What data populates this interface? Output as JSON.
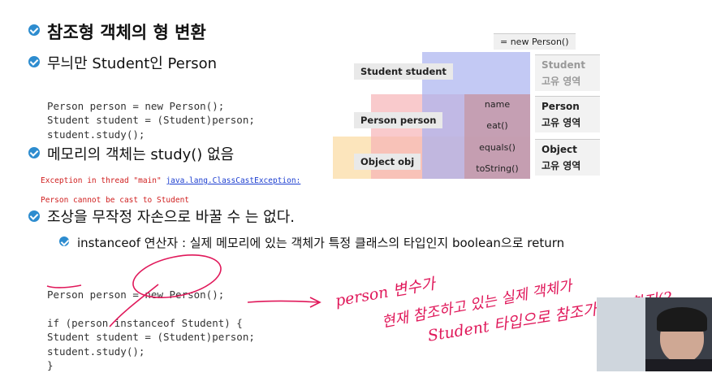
{
  "heading1": "참조형 객체의 형 변환",
  "heading2": "무늬만 Student인 Person",
  "code1": [
    "Person person = new Person();",
    "Student student = (Student)person;",
    "student.study();"
  ],
  "heading3": "메모리의 객체는 study() 없음",
  "error_prefix": "Exception in thread \"main\" ",
  "error_link": "java.lang.ClassCastException:",
  "error_line2": "Person cannot be cast to Student",
  "heading4": "조상을 무작정 자손으로 바꿀 수 는 없다.",
  "sub_bullet": "instanceof 연산자 : 실제 메모리에 있는 객체가 특정 클래스의 타입인지 boolean으로 return",
  "code2": [
    "Person person = new Person();",
    "",
    "if (person instanceof Student) {",
    "Student student = (Student)person;",
    "student.study();",
    "}"
  ],
  "diagram": {
    "new_person": "= new Person()",
    "student_label": "Student student",
    "person_label": "Person person",
    "object_label": "Object obj",
    "methods": [
      "name",
      "eat()",
      "equals()",
      "toString()"
    ],
    "side": [
      {
        "title": "Student",
        "sub": "고유 영역",
        "muted": true
      },
      {
        "title": "Person",
        "sub": "고유 영역",
        "muted": false
      },
      {
        "title": "Object",
        "sub": "고유 영역",
        "muted": false
      }
    ]
  },
  "handwriting": {
    "line1": "person 변수가",
    "line2": "현재 참조하고 있는 실제 객체가",
    "line3": "Student 타입으로 참조가 가능한지(?"
  },
  "colors": {
    "accent": "#2d8ccf",
    "handwriting": "#e0185a",
    "student_fill": "#aab2f0",
    "person_fill": "#f7b3b6",
    "object_fill": "#fbe0b0"
  }
}
